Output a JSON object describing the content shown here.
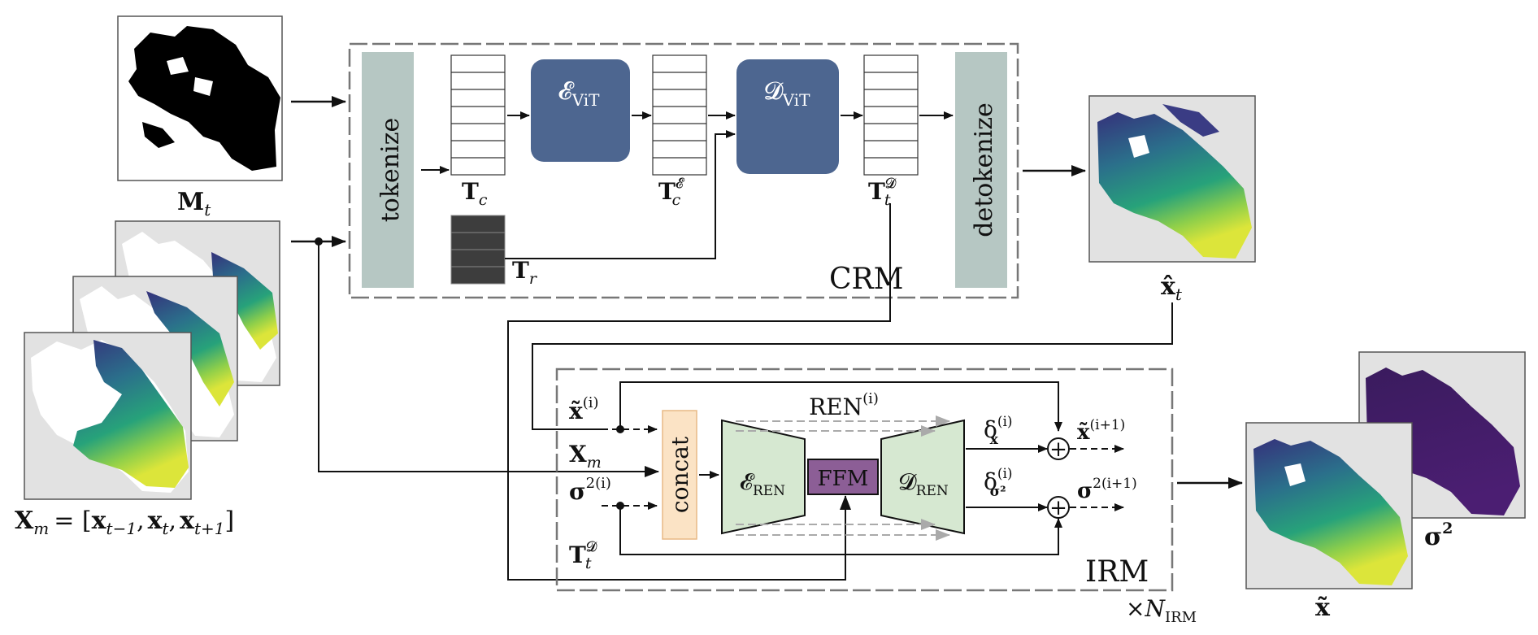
{
  "crm": {
    "label": "CRM",
    "tokenize": "tokenize",
    "detokenize": "detokenize",
    "encoder": {
      "main": "𝓔",
      "sub": "ViT"
    },
    "decoder": {
      "main": "𝓓",
      "sub": "ViT"
    },
    "tc": {
      "main": "T",
      "sub": "c"
    },
    "tce": {
      "main": "T",
      "sub": "c",
      "sup": "𝓔"
    },
    "ttd": {
      "main": "T",
      "sub": "t",
      "sup": "𝓓"
    },
    "tr": {
      "main": "T",
      "sub": "r"
    }
  },
  "inputs": {
    "mask": {
      "main": "M",
      "sub": "t"
    },
    "xm_eq": {
      "lhs": "X",
      "lhs_sub": "m",
      "eq": "= [",
      "x1": "x",
      "x1_sub": "t−1",
      "sep1": ",",
      "x2": "x",
      "x2_sub": "t",
      "sep2": ",",
      "x3": "x",
      "x3_sub": "t+1",
      "close": "]"
    }
  },
  "outputs": {
    "xhat": {
      "main": "x̂",
      "sub": "t"
    },
    "xtilde": {
      "main": "x̃"
    },
    "sigma2": {
      "main": "σ",
      "sup": "2"
    }
  },
  "irm": {
    "label": "IRM",
    "repeat": {
      "times": "×",
      "main": "N",
      "sub": "IRM"
    },
    "concat": "concat",
    "ffm": "FFM",
    "ren": {
      "main": "REN",
      "sup": "(i)"
    },
    "enc_ren": {
      "main": "𝓔",
      "sub": "REN"
    },
    "dec_ren": {
      "main": "𝓓",
      "sub": "REN"
    },
    "xi": {
      "main": "x̃",
      "sup": "(i)"
    },
    "xm": {
      "main": "X",
      "sub": "m"
    },
    "sigma_i": {
      "main": "σ",
      "sup": "2(i)"
    },
    "td": {
      "main": "T",
      "sub": "t",
      "sup": "𝓓"
    },
    "delta_x": {
      "main": "δ",
      "sub": "x",
      "sup": "(i)"
    },
    "delta_s": {
      "main": "δ",
      "sub": "σ²",
      "sup": "(i)"
    },
    "x_next": {
      "main": "x̃",
      "sup": "(i+1)"
    },
    "s_next": {
      "main": "σ",
      "sup": "2(i+1)"
    },
    "plus": "+"
  },
  "colors": {
    "token_box": "#b6c7c3",
    "vit_block": "#4d6690",
    "ren_block": "#d6e8d1",
    "ffm_block": "#8c5e96",
    "concat_block": "#fbe3c5",
    "ref_token": "#3d3d3d",
    "frame": "#777777"
  }
}
